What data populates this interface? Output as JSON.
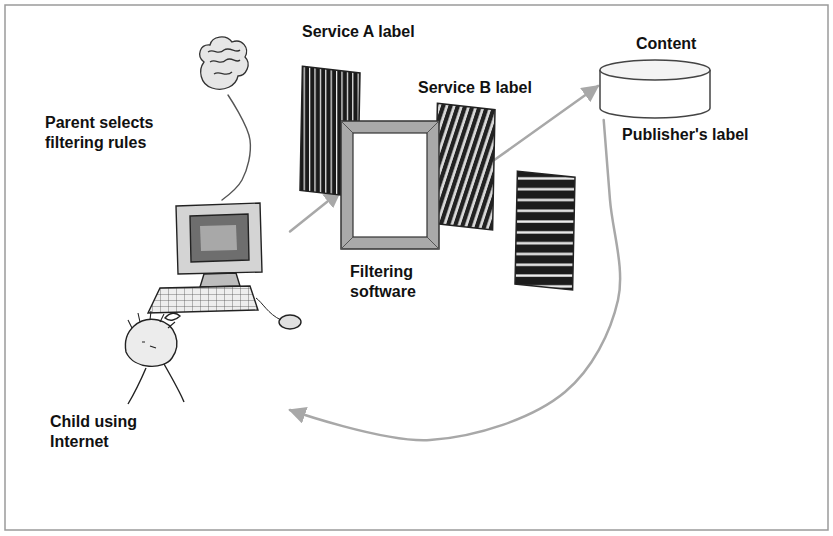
{
  "diagram": {
    "nodes": [
      {
        "text": [
          "Parent selects filtering rules"
        ]
      },
      {
        "text": [
          "Service A label"
        ]
      },
      {
        "text": [
          "Service B label"
        ]
      },
      {
        "text": [
          "Content"
        ]
      },
      {
        "text": [
          "Publisher's label"
        ]
      },
      {
        "text": [
          "Filtering software"
        ]
      },
      {
        "text": [
          "Child using Internet"
        ]
      }
    ],
    "edges": [
      {
        "from": 6,
        "to": 5,
        "arrow": "to"
      },
      {
        "from": 0,
        "to": 6,
        "arrow": "none"
      },
      {
        "from": 2,
        "to": 3,
        "arrow": "to"
      },
      {
        "from": 3,
        "to": 6,
        "arrow": "to"
      }
    ]
  }
}
